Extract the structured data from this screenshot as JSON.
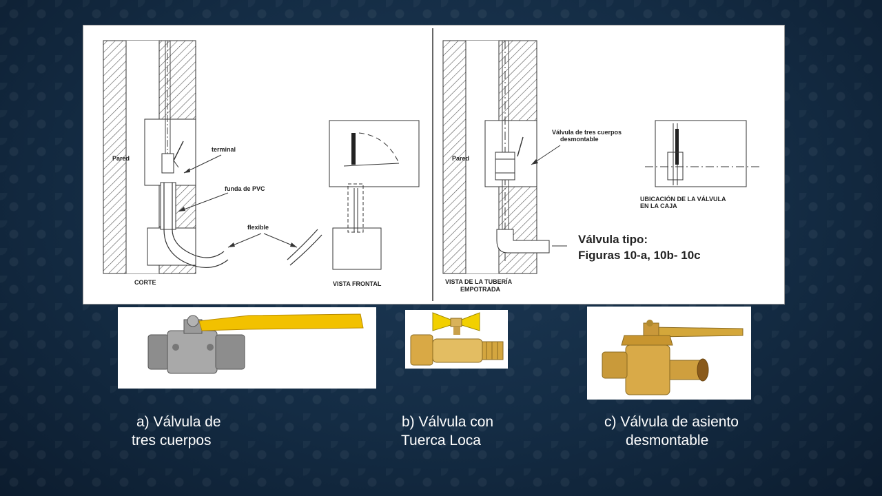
{
  "diagram": {
    "left_panel": {
      "label_pared": "Pared",
      "label_terminal": "terminal",
      "label_funda": "funda de PVC",
      "label_flexible": "flexible",
      "label_corte": "CORTE",
      "label_vista_frontal": "VISTA FRONTAL"
    },
    "right_panel": {
      "label_pared": "Pared",
      "label_valvula_1": "Válvula de tres cuerpos",
      "label_valvula_2": "desmontable",
      "label_ubicacion_1": "UBICACIÓN DE LA VÁLVULA",
      "label_ubicacion_2": "EN LA CAJA",
      "label_tipo_1": "Válvula tipo:",
      "label_tipo_2": "Figuras 10-a, 10b- 10c",
      "label_vista_1": "VISTA DE LA TUBERÍA",
      "label_vista_2": "EMPOTRADA"
    }
  },
  "photos": [
    {
      "name": "three-body-ball-valve",
      "handle_color": "#f2c100"
    },
    {
      "name": "union-nut-valve",
      "handle_color": "#f2d000"
    },
    {
      "name": "seat-valve",
      "handle_color": "#d4a73a"
    }
  ],
  "captions": {
    "a_line1": "a) Válvula de",
    "a_line2": "tres cuerpos",
    "b_line1": "b) Válvula con",
    "b_line2": "Tuerca Loca",
    "c_line1": "c) Válvula de asiento",
    "c_line2": "desmontable"
  }
}
